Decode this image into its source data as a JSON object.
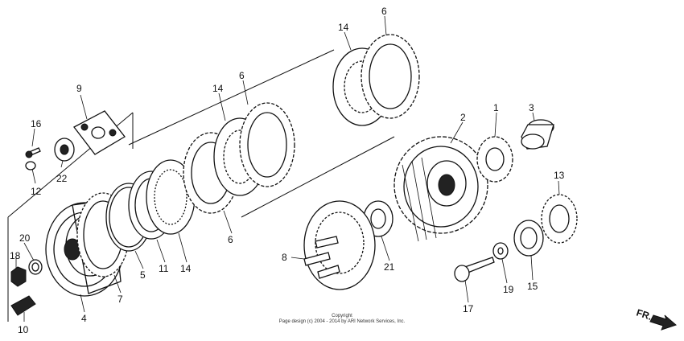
{
  "callouts": {
    "c1": "1",
    "c2": "2",
    "c3": "3",
    "c4": "4",
    "c5": "5",
    "c6a": "6",
    "c6b": "6",
    "c6c": "6",
    "c7": "7",
    "c8": "8",
    "c9": "9",
    "c10": "10",
    "c11": "11",
    "c12": "12",
    "c13": "13",
    "c14a": "14",
    "c14b": "14",
    "c14c": "14",
    "c15": "15",
    "c16": "16",
    "c17": "17",
    "c18": "18",
    "c19": "19",
    "c20": "20",
    "c21": "21",
    "c22": "22"
  },
  "copyright": {
    "line1": "Copyright",
    "line2": "Page design (c) 2004 - 2014 by ARI Network Services, Inc."
  },
  "direction": {
    "label": "FR."
  },
  "colors": {
    "ink": "#111111",
    "paper": "#ffffff"
  }
}
